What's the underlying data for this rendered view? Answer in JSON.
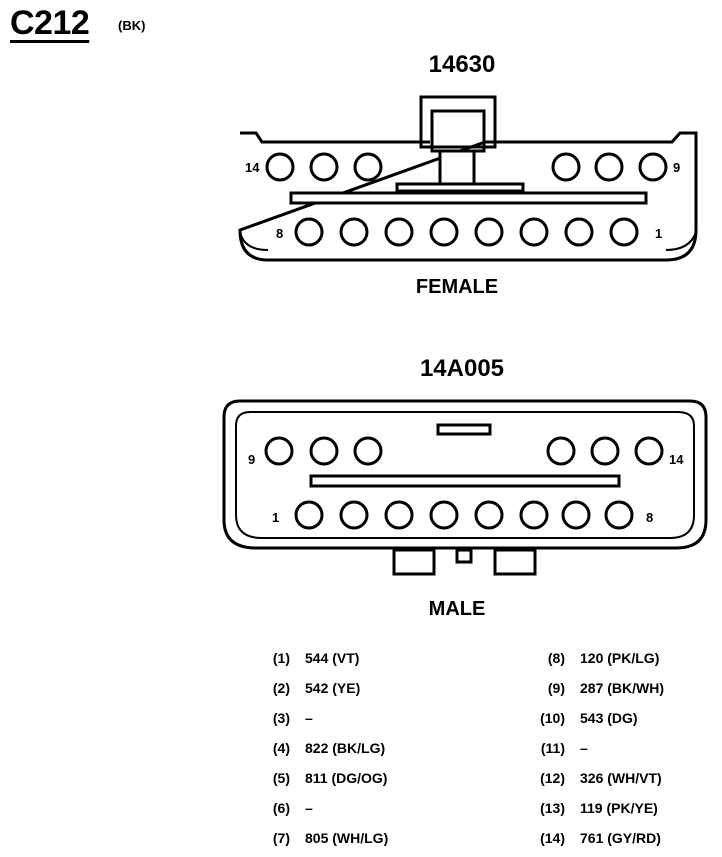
{
  "connector": {
    "id": "C212",
    "color": "(BK)"
  },
  "female": {
    "part_number": "14630",
    "label": "FEMALE",
    "pin_labels": {
      "top_left": "14",
      "top_right": "9",
      "bottom_left": "8",
      "bottom_right": "1"
    }
  },
  "male": {
    "part_number": "14A005",
    "label": "MALE",
    "pin_labels": {
      "top_left": "9",
      "top_right": "14",
      "bottom_left": "1",
      "bottom_right": "8"
    }
  },
  "pinout": {
    "left": [
      {
        "pin": "(1)",
        "wire": "544 (VT)"
      },
      {
        "pin": "(2)",
        "wire": "542 (YE)"
      },
      {
        "pin": "(3)",
        "wire": "–"
      },
      {
        "pin": "(4)",
        "wire": "822 (BK/LG)"
      },
      {
        "pin": "(5)",
        "wire": "811 (DG/OG)"
      },
      {
        "pin": "(6)",
        "wire": "–"
      },
      {
        "pin": "(7)",
        "wire": "805 (WH/LG)"
      }
    ],
    "right": [
      {
        "pin": "(8)",
        "wire": "120 (PK/LG)"
      },
      {
        "pin": "(9)",
        "wire": "287 (BK/WH)"
      },
      {
        "pin": "(10)",
        "wire": "543 (DG)"
      },
      {
        "pin": "(11)",
        "wire": "–"
      },
      {
        "pin": "(12)",
        "wire": "326 (WH/VT)"
      },
      {
        "pin": "(13)",
        "wire": "119 (PK/YE)"
      },
      {
        "pin": "(14)",
        "wire": "761 (GY/RD)"
      }
    ]
  }
}
